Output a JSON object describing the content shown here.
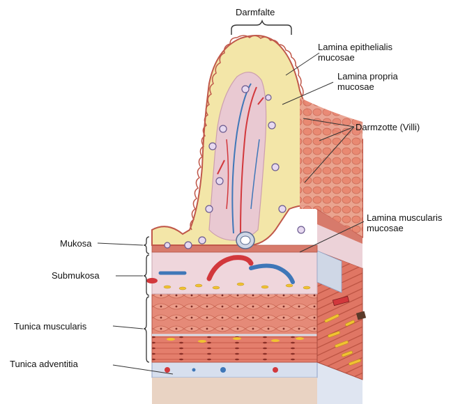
{
  "labels": {
    "darmfalte": "Darmfalte",
    "lamina_epithelialis": "Lamina epithelialis mucosae",
    "lamina_propria": "Lamina propria mucosae",
    "darmzotte": "Darmzotte (Villi)",
    "lamina_muscularis": "Lamina muscularis mucosae",
    "mukosa": "Mukosa",
    "submukosa": "Submukosa",
    "tunica_muscularis": "Tunica muscularis",
    "tunica_adventitia": "Tunica adventitia"
  },
  "colors": {
    "epithelium": "#e07b6a",
    "lamina_propria": "#f3e6a8",
    "villus_core": "#e9c9d2",
    "submucosa": "#efd6dc",
    "muscle": "#e58a78",
    "muscle_dark": "#c85a4c",
    "adventitia": "#d9e0ee",
    "artery": "#d2383c",
    "vein": "#3f77b8",
    "lymph_nodule": "#6a5a8f",
    "fat": "#f1c232",
    "line": "#333333"
  }
}
